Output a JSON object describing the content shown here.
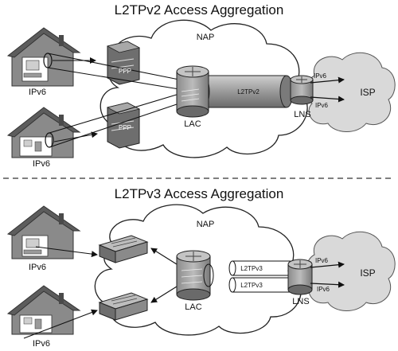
{
  "top": {
    "title": "L2TPv2 Access Aggregation",
    "cloud_label": "NAP",
    "host_labels": [
      "IPv6",
      "IPv6"
    ],
    "tunnel_labels": [
      "PPP",
      "PPP"
    ],
    "lac_label": "LAC",
    "tunnel_label": "L2TPv2",
    "lns_label": "LNS",
    "lns_out_labels": [
      "IPv6",
      "IPv6"
    ],
    "isp_label": "ISP"
  },
  "bottom": {
    "title": "L2TPv3 Access Aggregation",
    "cloud_label": "NAP",
    "host_labels": [
      "IPv6",
      "IPv6"
    ],
    "lac_label": "LAC",
    "tunnel_labels": [
      "L2TPv3",
      "L2TPv3"
    ],
    "lns_label": "LNS",
    "lns_out_labels": [
      "IPv6",
      "IPv6"
    ],
    "isp_label": "ISP"
  }
}
